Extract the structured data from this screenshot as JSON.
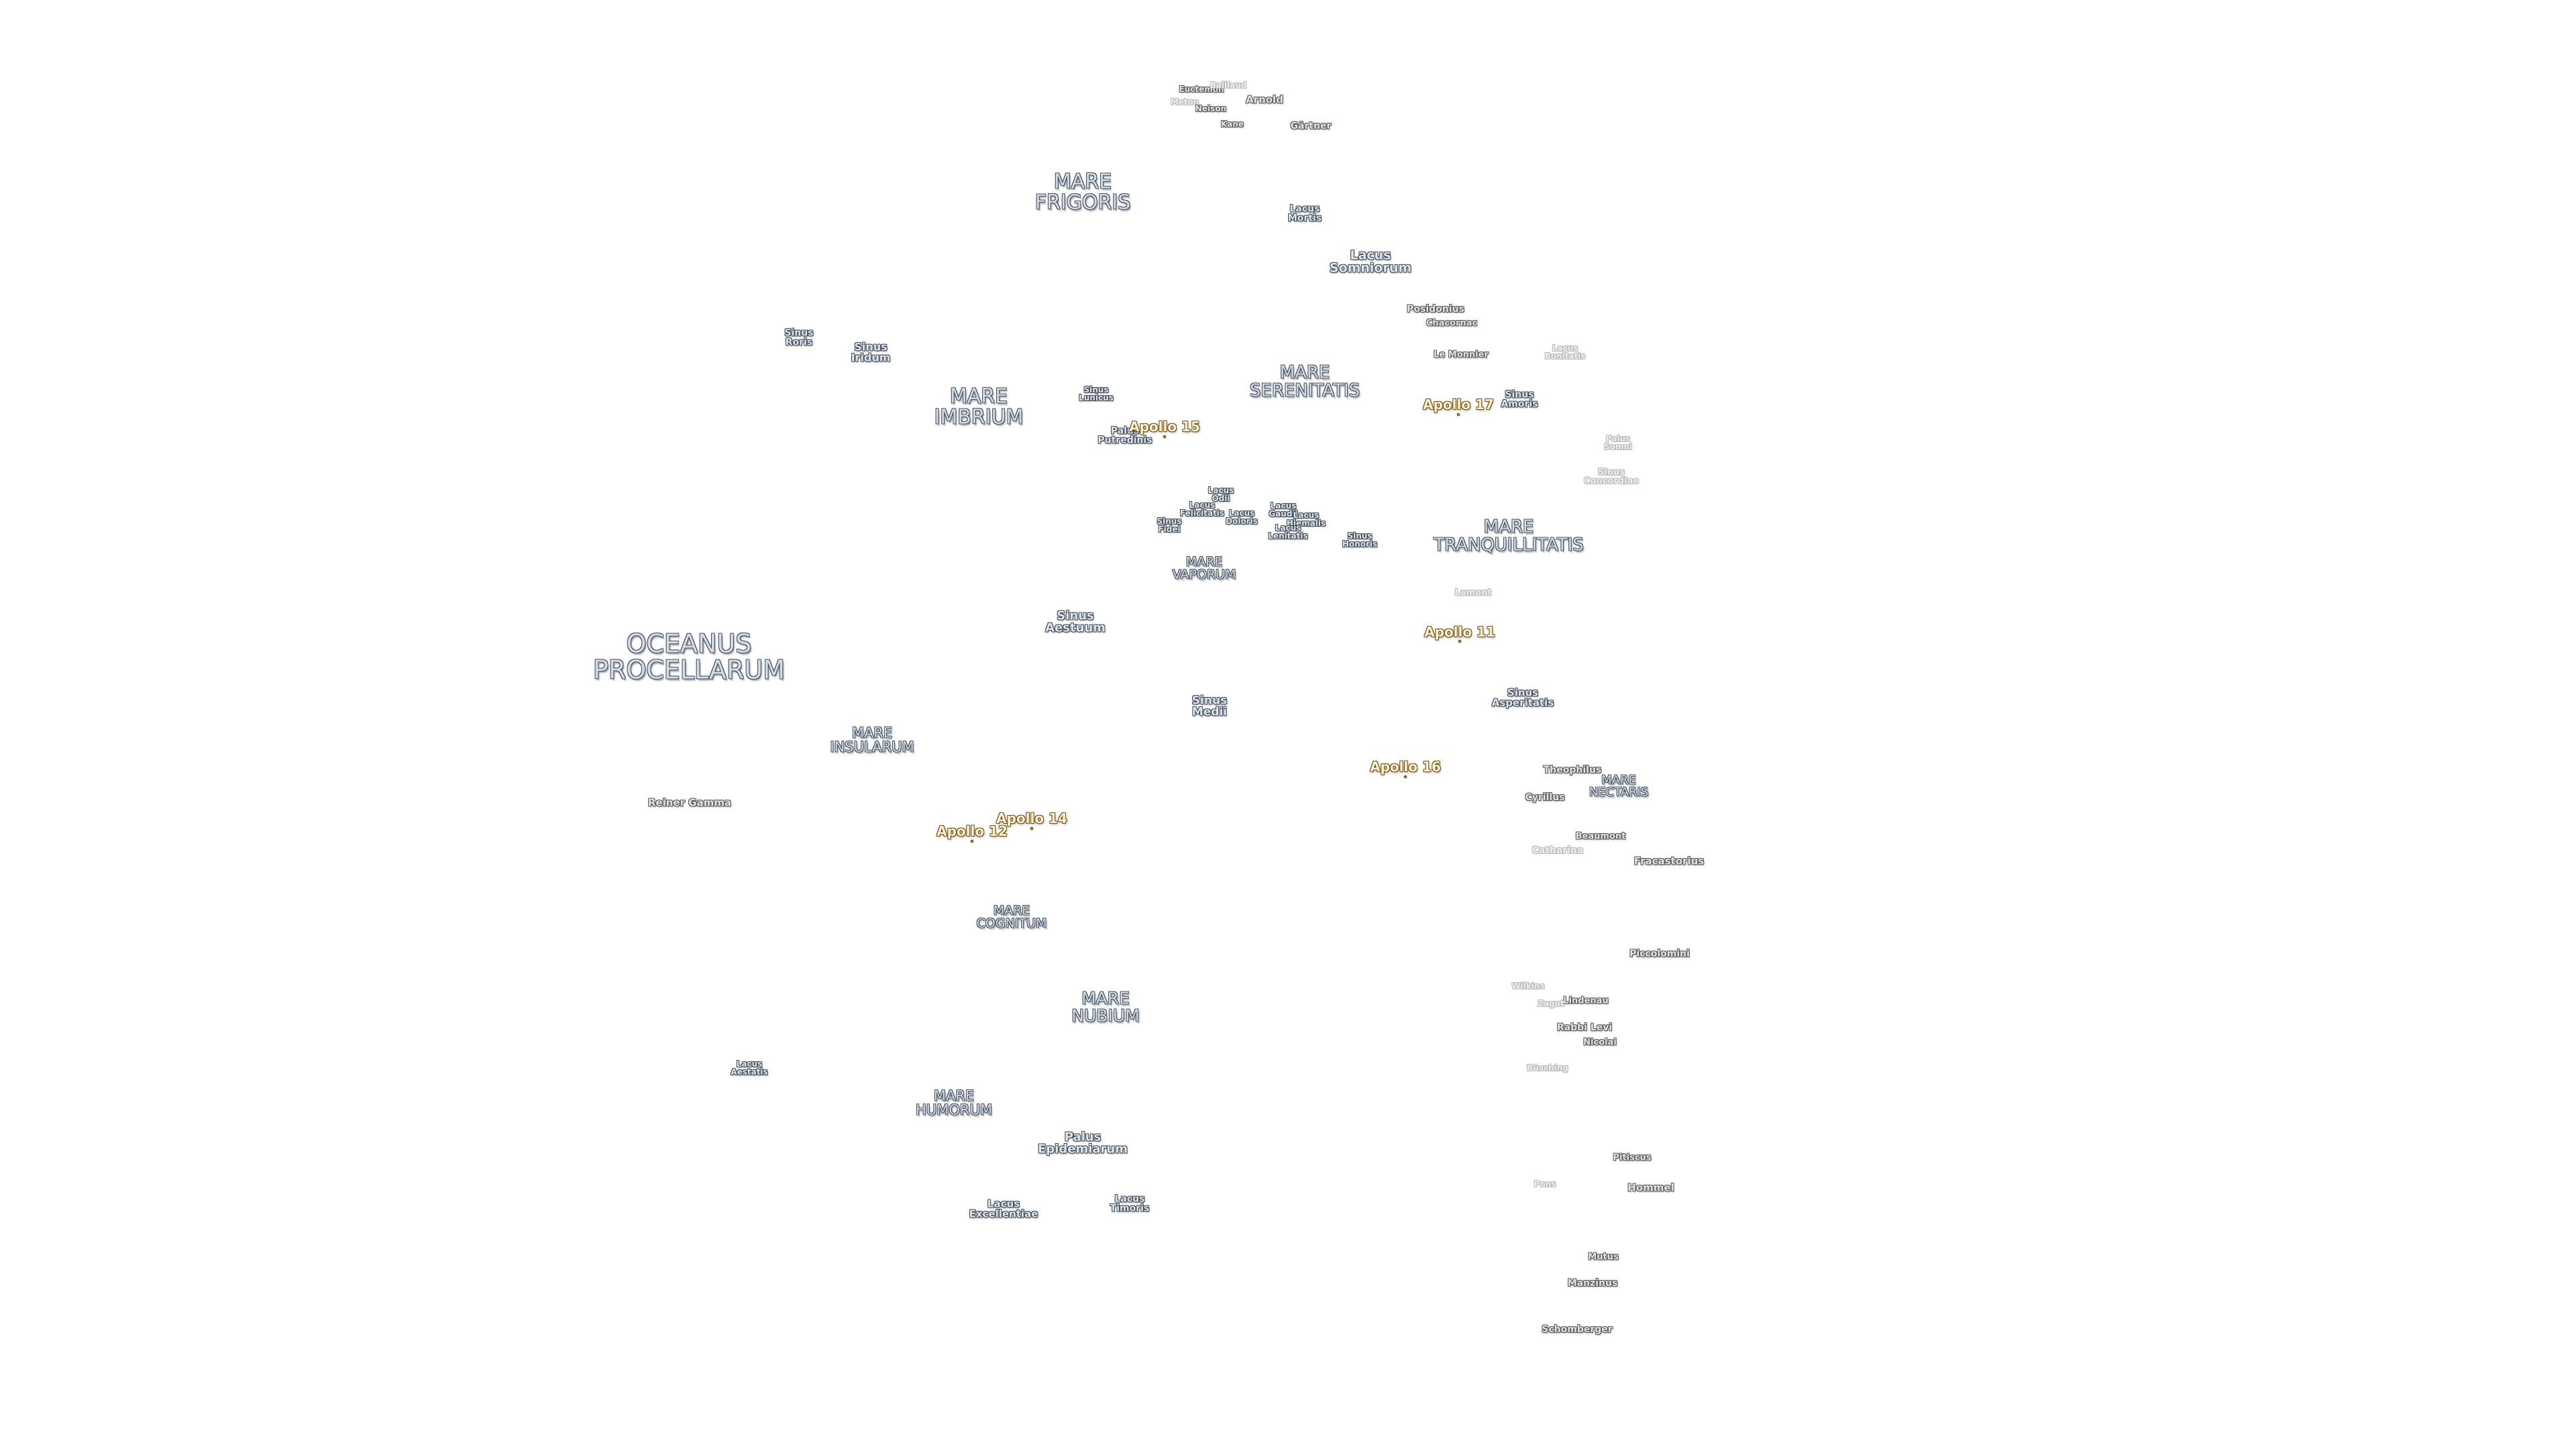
{
  "map": {
    "maria": [
      {
        "name": "OCEANUS\nPROCELLARUM"
      },
      {
        "name": "MARE\nFRIGORIS"
      },
      {
        "name": "MARE\nIMBRIUM"
      },
      {
        "name": "MARE\nSERENITATIS"
      },
      {
        "name": "MARE\nTRANQUILLITATIS"
      },
      {
        "name": "MARE\nVAPORUM"
      },
      {
        "name": "MARE\nINSULARUM"
      },
      {
        "name": "MARE\nNECTARIS"
      },
      {
        "name": "MARE\nCOGNITUM"
      },
      {
        "name": "MARE\nNUBIUM"
      },
      {
        "name": "MARE\nHUMORUM"
      }
    ],
    "features": [
      {
        "name": "Lacus\nMortis"
      },
      {
        "name": "Lacus\nSomniorum"
      },
      {
        "name": "Sinus\nRoris"
      },
      {
        "name": "Sinus\nIridum"
      },
      {
        "name": "Sinus\nLunicus"
      },
      {
        "name": "Palus\nPutredinis"
      },
      {
        "name": "Sinus\nAmoris"
      },
      {
        "name": "Lacus\nOdii"
      },
      {
        "name": "Lacus\nFelicitatis"
      },
      {
        "name": "Lacus\nDoloris"
      },
      {
        "name": "Lacus\nGaudii"
      },
      {
        "name": "Lacus\nHiemalis"
      },
      {
        "name": "Lacus\nLenitatis"
      },
      {
        "name": "Sinus\nFidei"
      },
      {
        "name": "Sinus\nHonoris"
      },
      {
        "name": "Sinus\nAestuum"
      },
      {
        "name": "Sinus\nMedii"
      },
      {
        "name": "Sinus\nAsperitatis"
      },
      {
        "name": "Lacus\nAestatis"
      },
      {
        "name": "Palus\nEpidemiarum"
      },
      {
        "name": "Lacus\nExcellentiae"
      },
      {
        "name": "Lacus\nTimoris"
      }
    ],
    "craters": [
      {
        "name": "Arnold"
      },
      {
        "name": "Gärtner"
      },
      {
        "name": "Posidonius"
      },
      {
        "name": "Chacornac"
      },
      {
        "name": "Le Monnier"
      },
      {
        "name": "Reiner Gamma"
      },
      {
        "name": "Theophilus"
      },
      {
        "name": "Cyrillus"
      },
      {
        "name": "Beaumont"
      },
      {
        "name": "Fracastorius"
      },
      {
        "name": "Piccolomini"
      },
      {
        "name": "Lindenau"
      },
      {
        "name": "Rabbi Levi"
      },
      {
        "name": "Nicolai"
      },
      {
        "name": "Pitiscus"
      },
      {
        "name": "Hommel"
      },
      {
        "name": "Mutus"
      },
      {
        "name": "Manzinus"
      },
      {
        "name": "Schomberger"
      }
    ],
    "faint_labels": [
      {
        "name": "Euctemon"
      },
      {
        "name": "Baillaud"
      },
      {
        "name": "Meton"
      },
      {
        "name": "Neison"
      },
      {
        "name": "Kane"
      },
      {
        "name": "Lacus\nBonitatis"
      },
      {
        "name": "Palus\nSomni"
      },
      {
        "name": "Sinus\nConcordiae"
      },
      {
        "name": "Lamont"
      },
      {
        "name": "Catharina"
      },
      {
        "name": "Wilkins"
      },
      {
        "name": "Zagut"
      },
      {
        "name": "Büsching"
      },
      {
        "name": "Pons"
      }
    ],
    "apollo_sites": [
      {
        "name": "Apollo 11"
      },
      {
        "name": "Apollo 12"
      },
      {
        "name": "Apollo 14"
      },
      {
        "name": "Apollo 15"
      },
      {
        "name": "Apollo 16"
      },
      {
        "name": "Apollo 17"
      }
    ],
    "colors": {
      "background": "#ffffff",
      "mare_fill": "#d4dce6",
      "mare_outline": "#44505e",
      "apollo_fill": "#fff1c9",
      "apollo_outline": "#6b5020"
    }
  }
}
